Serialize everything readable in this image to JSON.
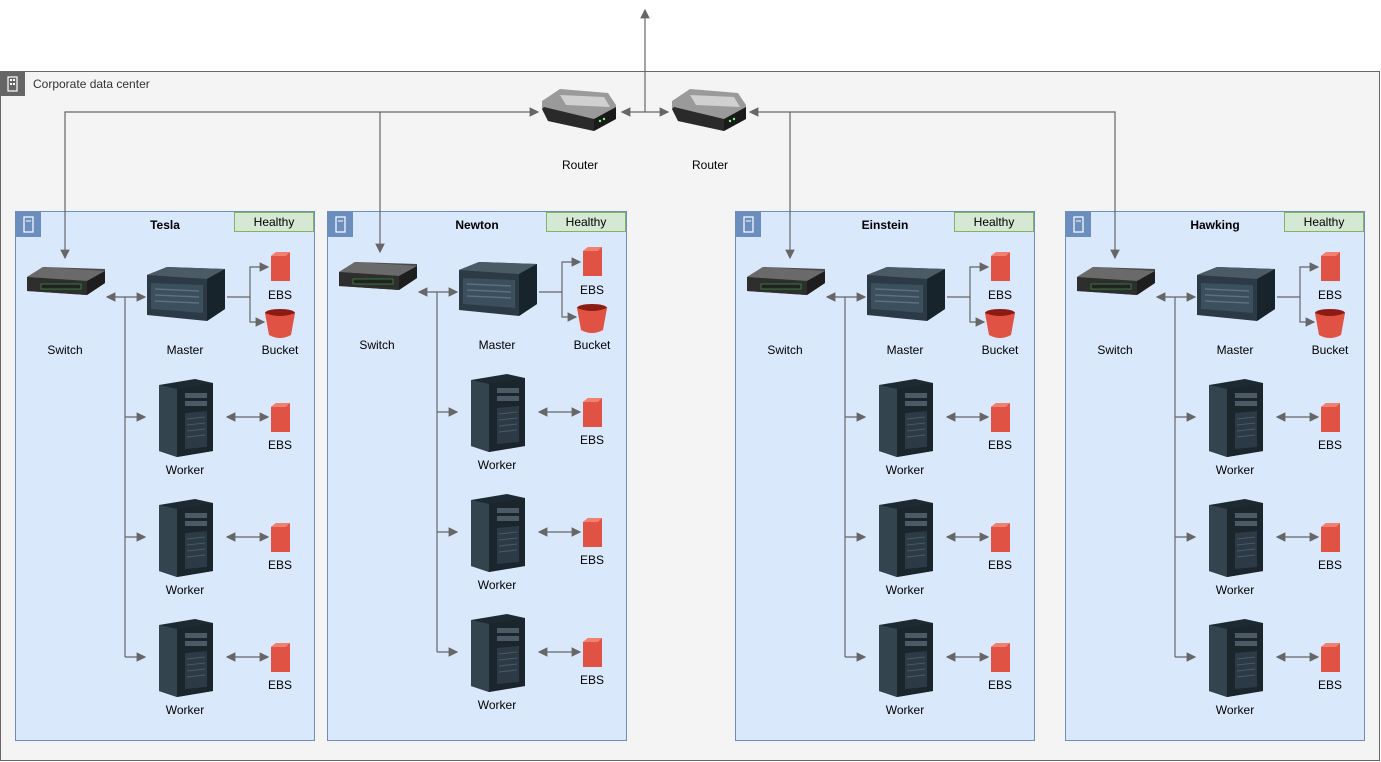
{
  "datacenter": {
    "label": "Corporate data center"
  },
  "routers": [
    {
      "label": "Router"
    },
    {
      "label": "Router"
    }
  ],
  "clusters": [
    {
      "name": "Tesla",
      "status": "Healthy",
      "switch": "Switch",
      "master": "Master",
      "master_storage": [
        "EBS",
        "Bucket"
      ],
      "workers": [
        {
          "label": "Worker",
          "storage": "EBS"
        },
        {
          "label": "Worker",
          "storage": "EBS"
        },
        {
          "label": "Worker",
          "storage": "EBS"
        }
      ]
    },
    {
      "name": "Newton",
      "status": "Healthy",
      "switch": "Switch",
      "master": "Master",
      "master_storage": [
        "EBS",
        "Bucket"
      ],
      "workers": [
        {
          "label": "Worker",
          "storage": "EBS"
        },
        {
          "label": "Worker",
          "storage": "EBS"
        },
        {
          "label": "Worker",
          "storage": "EBS"
        }
      ]
    },
    {
      "name": "Einstein",
      "status": "Healthy",
      "switch": "Switch",
      "master": "Master",
      "master_storage": [
        "EBS",
        "Bucket"
      ],
      "workers": [
        {
          "label": "Worker",
          "storage": "EBS"
        },
        {
          "label": "Worker",
          "storage": "EBS"
        },
        {
          "label": "Worker",
          "storage": "EBS"
        }
      ]
    },
    {
      "name": "Hawking",
      "status": "Healthy",
      "switch": "Switch",
      "master": "Master",
      "master_storage": [
        "EBS",
        "Bucket"
      ],
      "workers": [
        {
          "label": "Worker",
          "storage": "EBS"
        },
        {
          "label": "Worker",
          "storage": "EBS"
        },
        {
          "label": "Worker",
          "storage": "EBS"
        }
      ]
    }
  ],
  "colors": {
    "cluster_fill": "#dae8fc",
    "cluster_border": "#6c8ebf",
    "healthy_fill": "#d5e8d4",
    "storage": "#e05243"
  }
}
